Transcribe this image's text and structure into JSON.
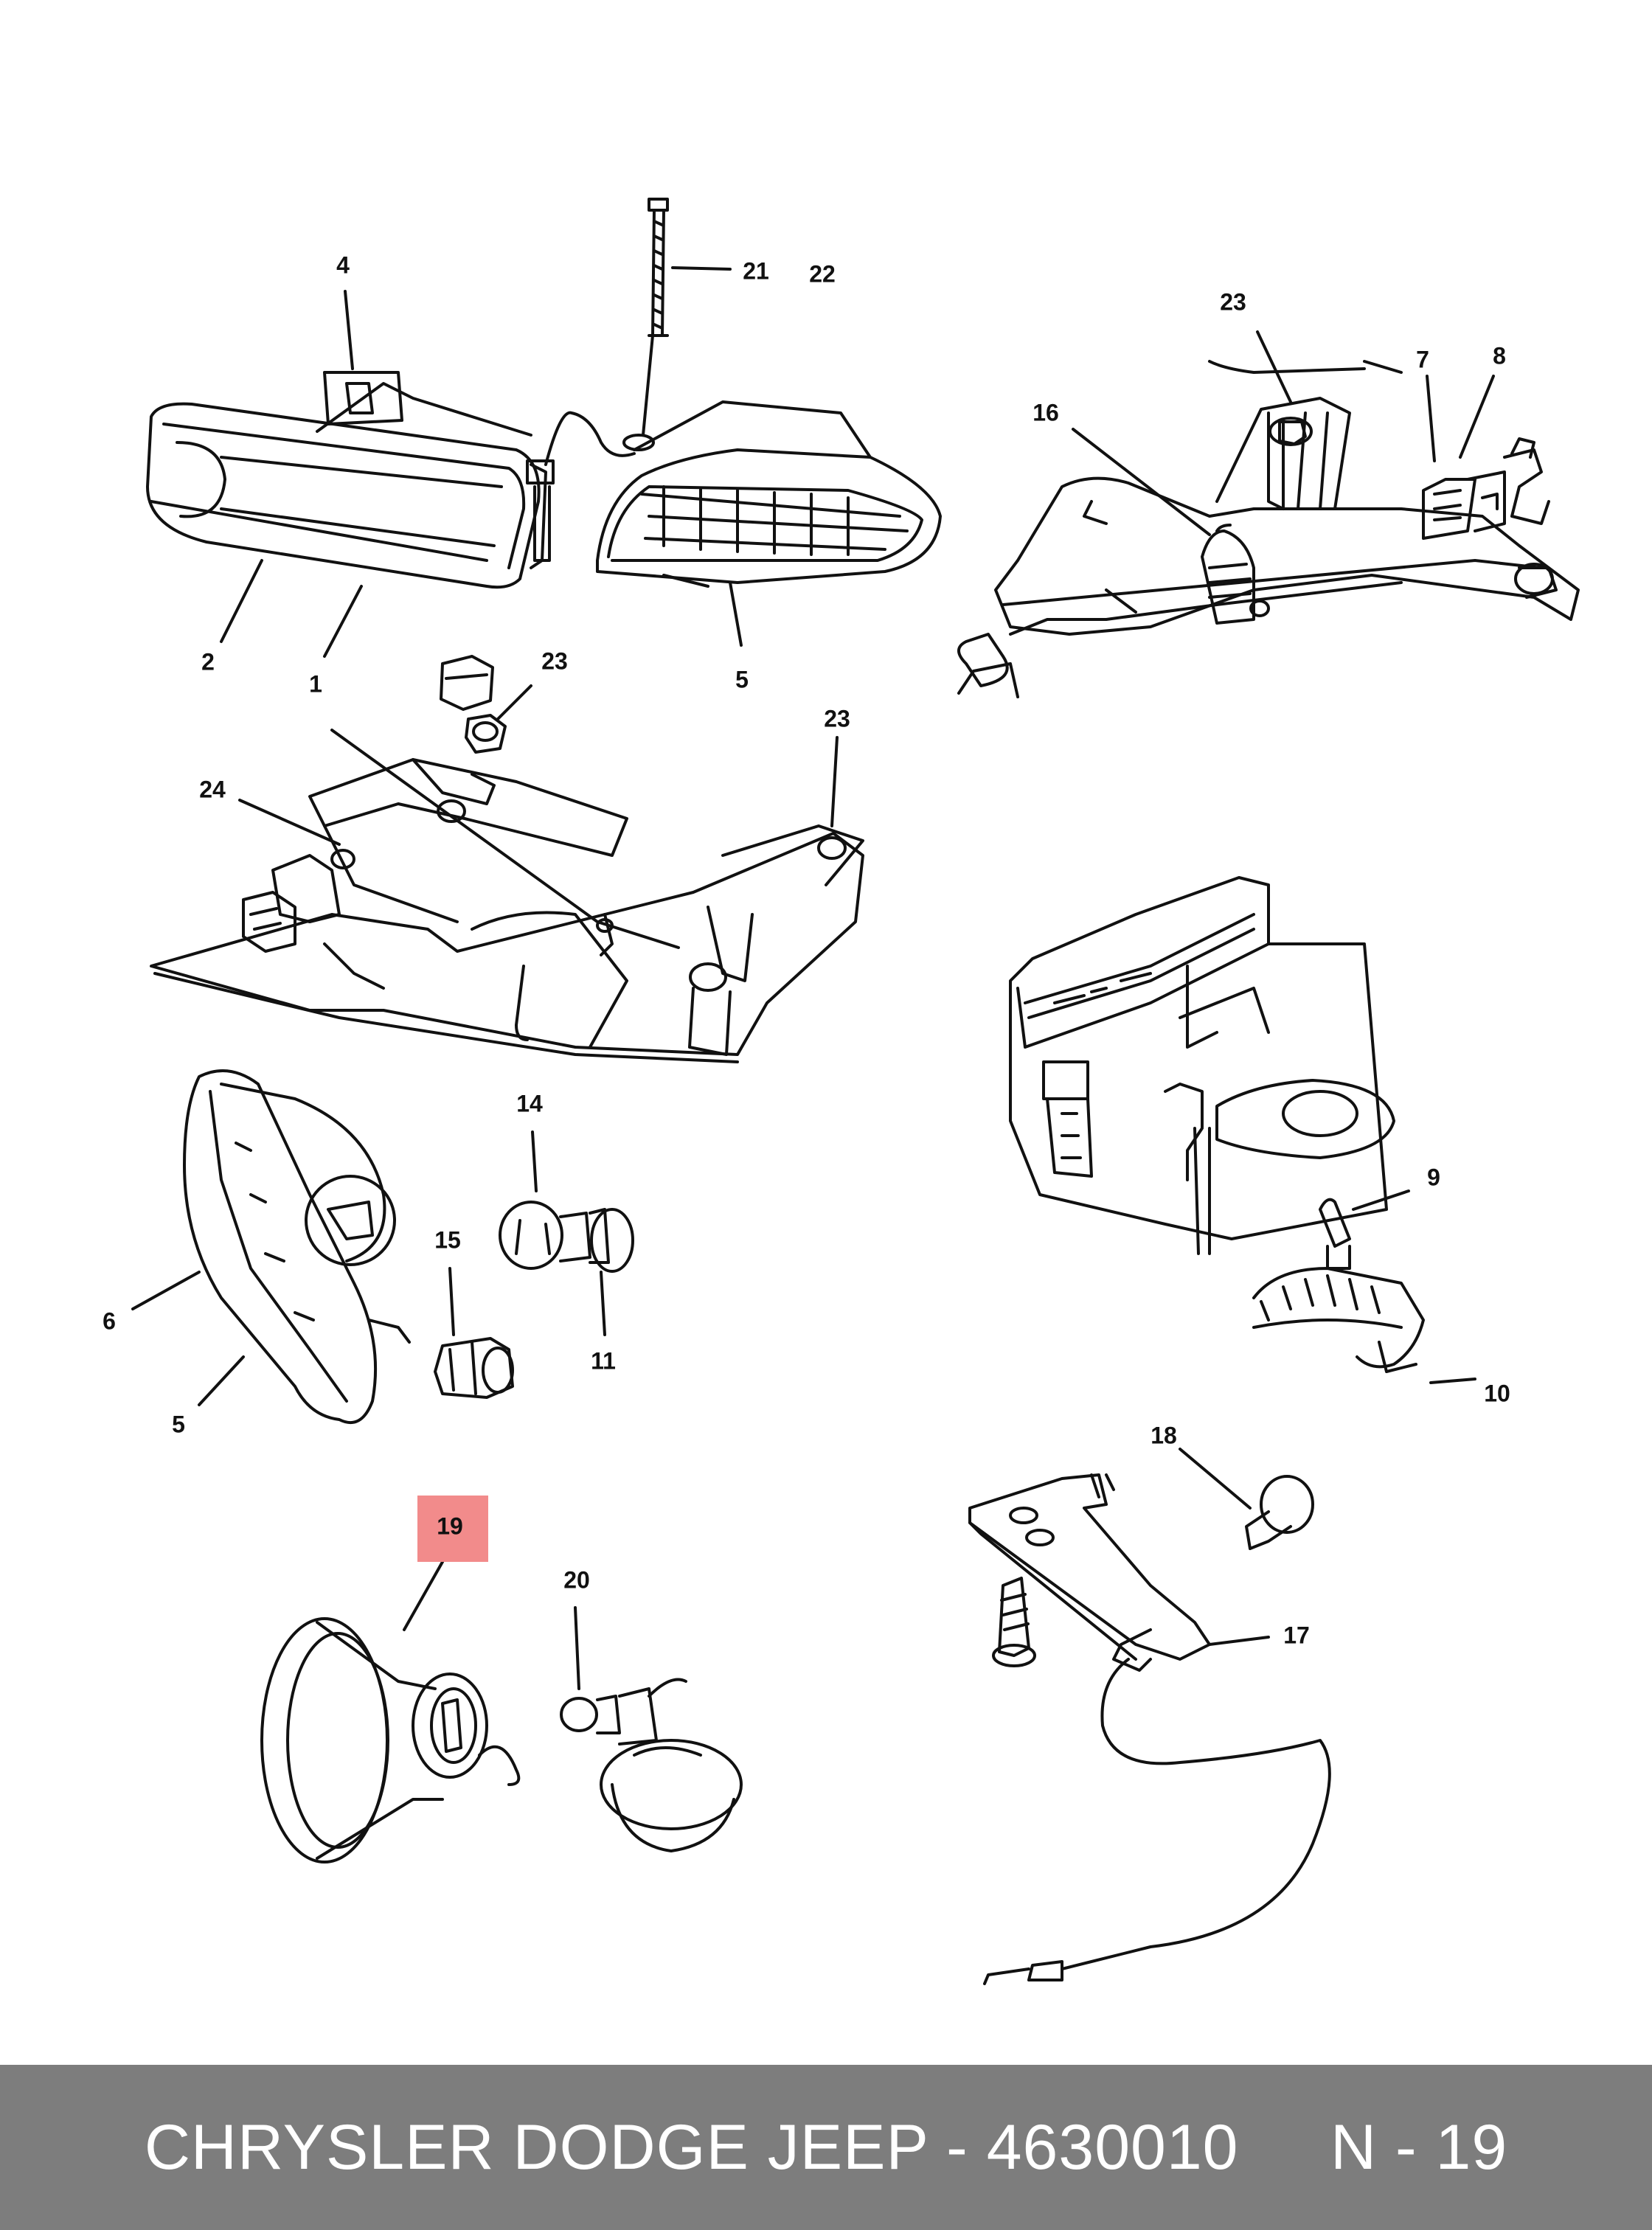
{
  "colors": {
    "line": "#111111",
    "highlight": "#f28b8b",
    "footer_bg": "#7d7d7d",
    "footer_text": "#ffffff"
  },
  "callouts": [
    {
      "id": "c21",
      "text": "21"
    },
    {
      "id": "c22",
      "text": "22"
    },
    {
      "id": "c4",
      "text": "4"
    },
    {
      "id": "c2",
      "text": "2"
    },
    {
      "id": "c1",
      "text": "1"
    },
    {
      "id": "c5a",
      "text": "5"
    },
    {
      "id": "c23a",
      "text": "23"
    },
    {
      "id": "c16",
      "text": "16"
    },
    {
      "id": "c7",
      "text": "7"
    },
    {
      "id": "c8",
      "text": "8"
    },
    {
      "id": "c23b",
      "text": "23"
    },
    {
      "id": "c24",
      "text": "24"
    },
    {
      "id": "c23c",
      "text": "23"
    },
    {
      "id": "c14",
      "text": "14"
    },
    {
      "id": "c15",
      "text": "15"
    },
    {
      "id": "c11",
      "text": "11"
    },
    {
      "id": "c6",
      "text": "6"
    },
    {
      "id": "c5b",
      "text": "5"
    },
    {
      "id": "c9",
      "text": "9"
    },
    {
      "id": "c10",
      "text": "10"
    },
    {
      "id": "c18",
      "text": "18"
    },
    {
      "id": "c17",
      "text": "17"
    },
    {
      "id": "c19",
      "text": "19"
    },
    {
      "id": "c20",
      "text": "20"
    }
  ],
  "footer": {
    "text": "CHRYSLER DODGE JEEP - 4630010     N - 19"
  }
}
